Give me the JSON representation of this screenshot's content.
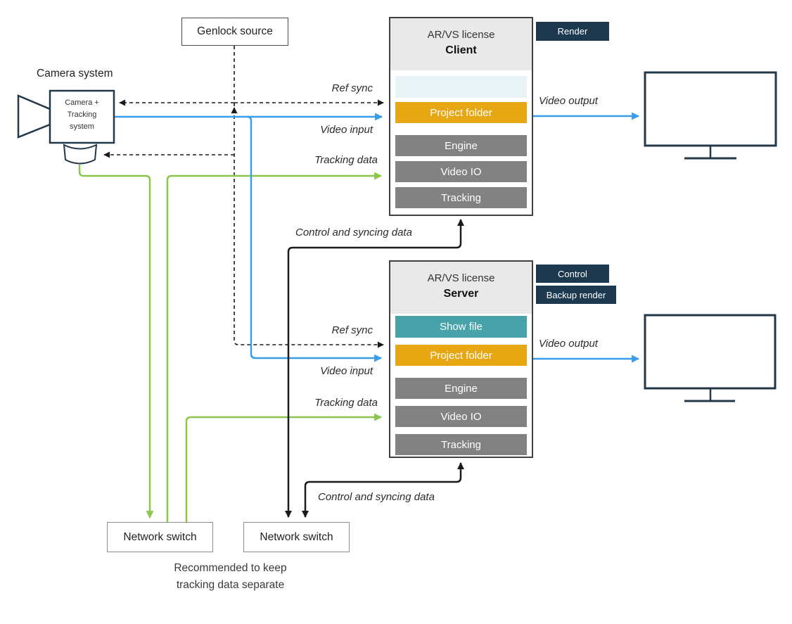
{
  "camera": {
    "label": "Camera system",
    "body": "Camera +\nTracking\nsystem"
  },
  "genlock": {
    "label": "Genlock source"
  },
  "client": {
    "license_line": "AR/VS license",
    "role": "Client",
    "badges": [
      "Render"
    ],
    "rows": {
      "placeholder": "",
      "project": "Project folder",
      "engine": "Engine",
      "video_io": "Video IO",
      "tracking": "Tracking"
    }
  },
  "server": {
    "license_line": "AR/VS license",
    "role": "Server",
    "badges": [
      "Control",
      "Backup render"
    ],
    "rows": {
      "show_file": "Show file",
      "project": "Project folder",
      "engine": "Engine",
      "video_io": "Video IO",
      "tracking": "Tracking"
    }
  },
  "labels": {
    "ref_sync_client": "Ref sync",
    "video_input_client": "Video input",
    "tracking_data_client": "Tracking data",
    "video_output_client": "Video output",
    "control_sync_client": "Control and syncing data",
    "ref_sync_server": "Ref sync",
    "video_input_server": "Video input",
    "tracking_data_server": "Tracking data",
    "video_output_server": "Video output",
    "control_sync_server": "Control and syncing data"
  },
  "switches": {
    "left": "Network switch",
    "right": "Network switch"
  },
  "note": "Recommended to keep\ntracking data separate",
  "colors": {
    "accent_blue": "#3b9ce9",
    "accent_green": "#8cc64c",
    "navy": "#22384a",
    "badge_navy": "#1d3950",
    "orange": "#e7a713",
    "teal": "#47a3a9",
    "row_gray": "#828282",
    "header_gray": "#e9e9e9",
    "placeholder_blue": "#e8f3f6",
    "line_black": "#1a1a1a"
  }
}
